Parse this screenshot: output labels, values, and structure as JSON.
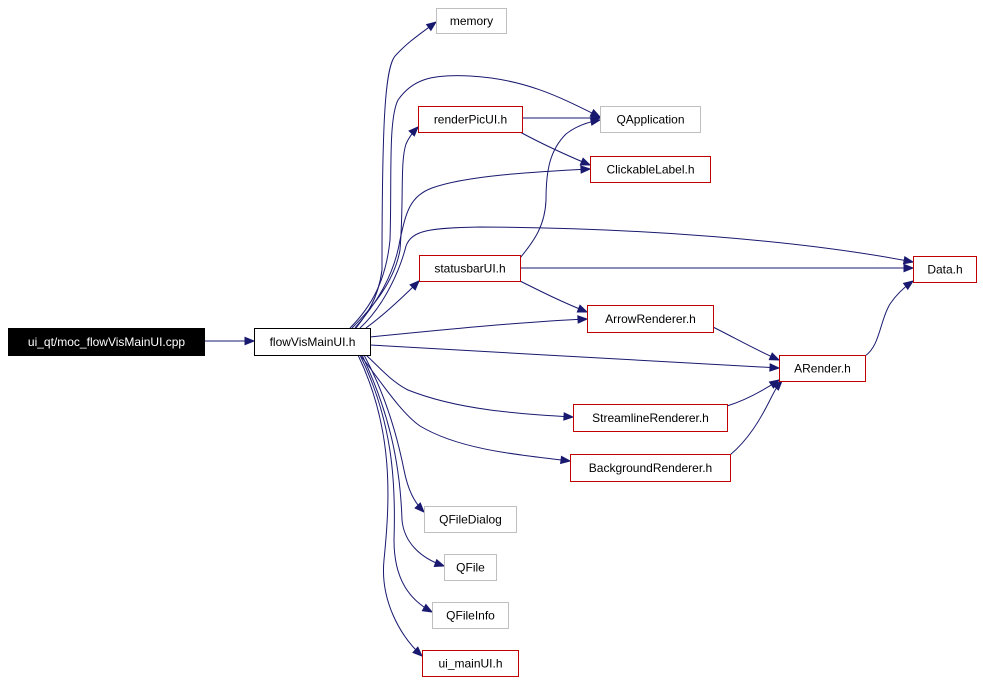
{
  "diagram": {
    "type": "include-dependency-graph",
    "colors": {
      "edge": "#191970",
      "root_fill": "#000000",
      "root_text": "#ffffff",
      "node_text": "#000000",
      "documented_border": "#c00000",
      "main_border": "#000000",
      "external_border": "#bfbfbf"
    },
    "nodes": [
      {
        "id": "moc",
        "label": "ui_qt/moc_flowVisMainUI.cpp",
        "kind": "root"
      },
      {
        "id": "main",
        "label": "flowVisMainUI.h",
        "kind": "main"
      },
      {
        "id": "memory",
        "label": "memory",
        "kind": "external"
      },
      {
        "id": "renderPic",
        "label": "renderPicUI.h",
        "kind": "documented"
      },
      {
        "id": "qapp",
        "label": "QApplication",
        "kind": "external"
      },
      {
        "id": "clickable",
        "label": "ClickableLabel.h",
        "kind": "documented"
      },
      {
        "id": "statusbar",
        "label": "statusbarUI.h",
        "kind": "documented"
      },
      {
        "id": "data",
        "label": "Data.h",
        "kind": "documented"
      },
      {
        "id": "arrow",
        "label": "ArrowRenderer.h",
        "kind": "documented"
      },
      {
        "id": "arender",
        "label": "ARender.h",
        "kind": "documented"
      },
      {
        "id": "stream",
        "label": "StreamlineRenderer.h",
        "kind": "documented"
      },
      {
        "id": "background",
        "label": "BackgroundRenderer.h",
        "kind": "documented"
      },
      {
        "id": "qfiledialog",
        "label": "QFileDialog",
        "kind": "external"
      },
      {
        "id": "qfile",
        "label": "QFile",
        "kind": "external"
      },
      {
        "id": "qfileinfo",
        "label": "QFileInfo",
        "kind": "external"
      },
      {
        "id": "uimain",
        "label": "ui_mainUI.h",
        "kind": "documented"
      }
    ],
    "edges": [
      {
        "from": "moc",
        "to": "main"
      },
      {
        "from": "main",
        "to": "memory"
      },
      {
        "from": "main",
        "to": "renderPic"
      },
      {
        "from": "main",
        "to": "qapp"
      },
      {
        "from": "main",
        "to": "clickable"
      },
      {
        "from": "main",
        "to": "data"
      },
      {
        "from": "main",
        "to": "statusbar"
      },
      {
        "from": "main",
        "to": "arrow"
      },
      {
        "from": "main",
        "to": "arender"
      },
      {
        "from": "main",
        "to": "stream"
      },
      {
        "from": "main",
        "to": "background"
      },
      {
        "from": "main",
        "to": "qfiledialog"
      },
      {
        "from": "main",
        "to": "qfile"
      },
      {
        "from": "main",
        "to": "qfileinfo"
      },
      {
        "from": "main",
        "to": "uimain"
      },
      {
        "from": "renderPic",
        "to": "qapp"
      },
      {
        "from": "renderPic",
        "to": "clickable"
      },
      {
        "from": "statusbar",
        "to": "qapp"
      },
      {
        "from": "statusbar",
        "to": "data"
      },
      {
        "from": "statusbar",
        "to": "arrow"
      },
      {
        "from": "arrow",
        "to": "arender"
      },
      {
        "from": "stream",
        "to": "arender"
      },
      {
        "from": "background",
        "to": "arender"
      },
      {
        "from": "arender",
        "to": "data"
      }
    ]
  }
}
